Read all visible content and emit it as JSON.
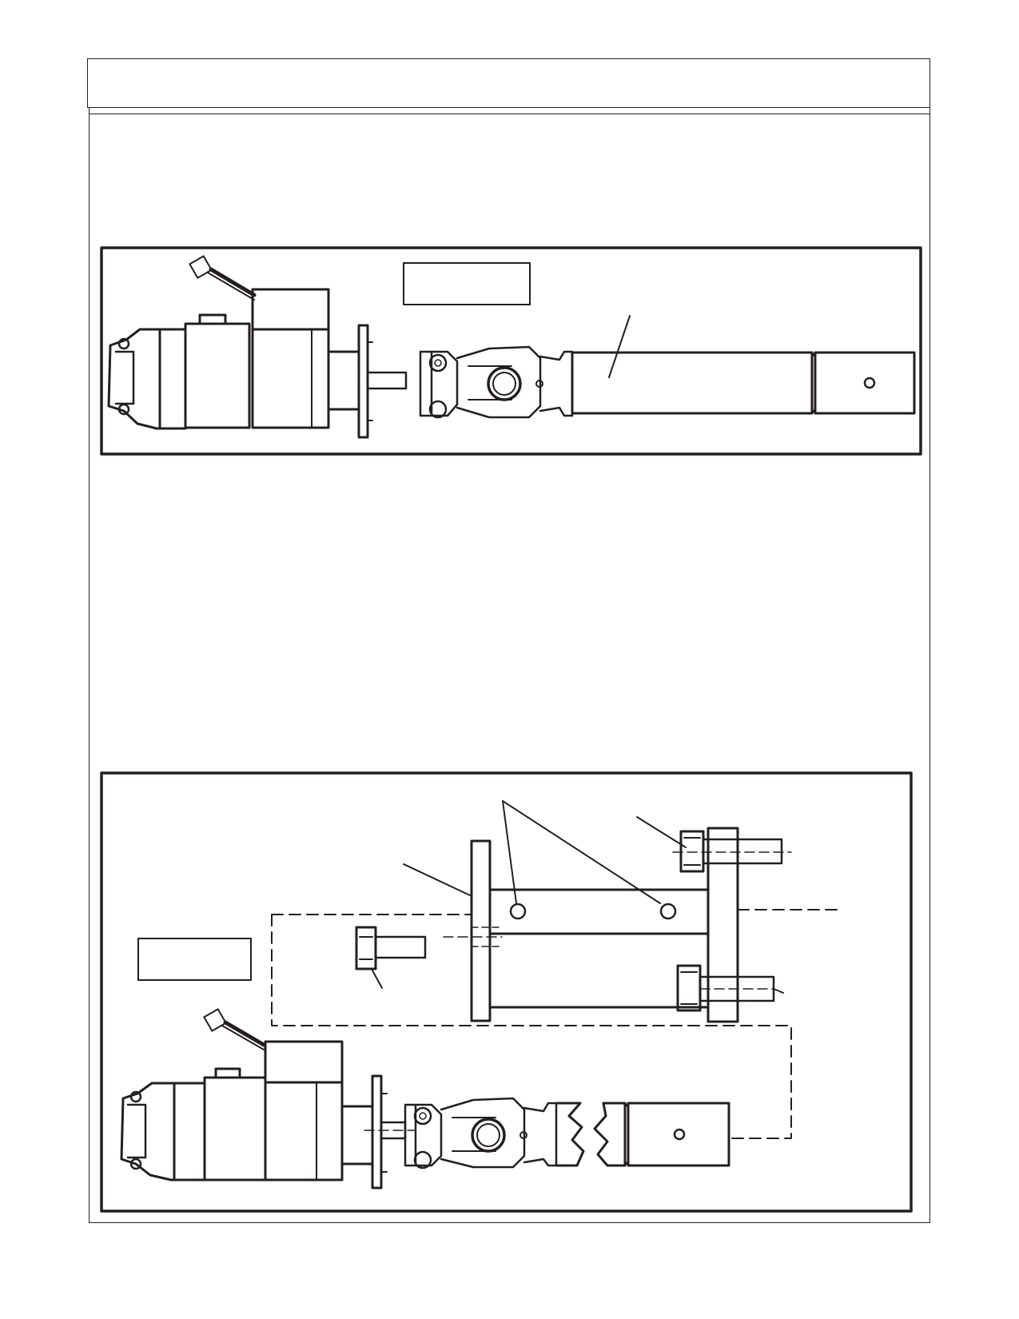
{
  "header": {
    "title": ""
  },
  "figures": [
    {
      "id": "figure-1",
      "label_box_text": "",
      "parts": [
        "motor",
        "coupling-flange",
        "u-joint",
        "drive-shaft"
      ]
    },
    {
      "id": "figure-2",
      "label_box_text": "",
      "parts": [
        "motor",
        "coupling-flange",
        "u-joint",
        "drive-shaft",
        "mounting-bracket",
        "bolt",
        "bracket-pins"
      ]
    }
  ],
  "colors": {
    "line": "#231f20",
    "background": "#ffffff"
  }
}
